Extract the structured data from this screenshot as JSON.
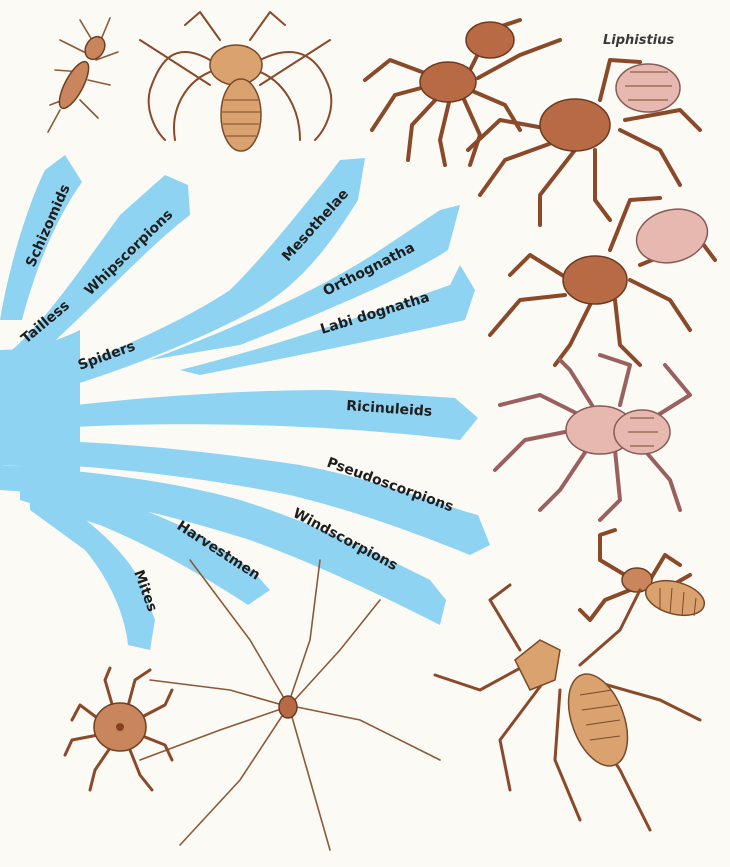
{
  "caption": "Liphistius",
  "branches": {
    "schizomids": "Schizomids",
    "whipscorpions": "Whipscorpions",
    "tailless": "Tailless",
    "spiders": "Spiders",
    "mesothelae": "Mesothelae",
    "orthognatha": "Orthognatha",
    "labidognatha": "Labi dognatha",
    "ricinuleids": "Ricinuleids",
    "pseudoscorpions": "Pseudoscorpions",
    "windscorpions": "Windscorpions",
    "harvestmen": "Harvestmen",
    "mites": "Mites"
  },
  "colors": {
    "branch": "#8fd3f2",
    "background": "#fbfaf4"
  },
  "illustrations": [
    "schizomid-icon",
    "whipscorpion-icon",
    "tarantula-icon",
    "liphistius-spider-icon",
    "jumping-spider-icon",
    "ricinuleid-icon",
    "pseudoscorpion-icon",
    "windscorpion-icon",
    "harvestman-icon",
    "mite-icon"
  ]
}
